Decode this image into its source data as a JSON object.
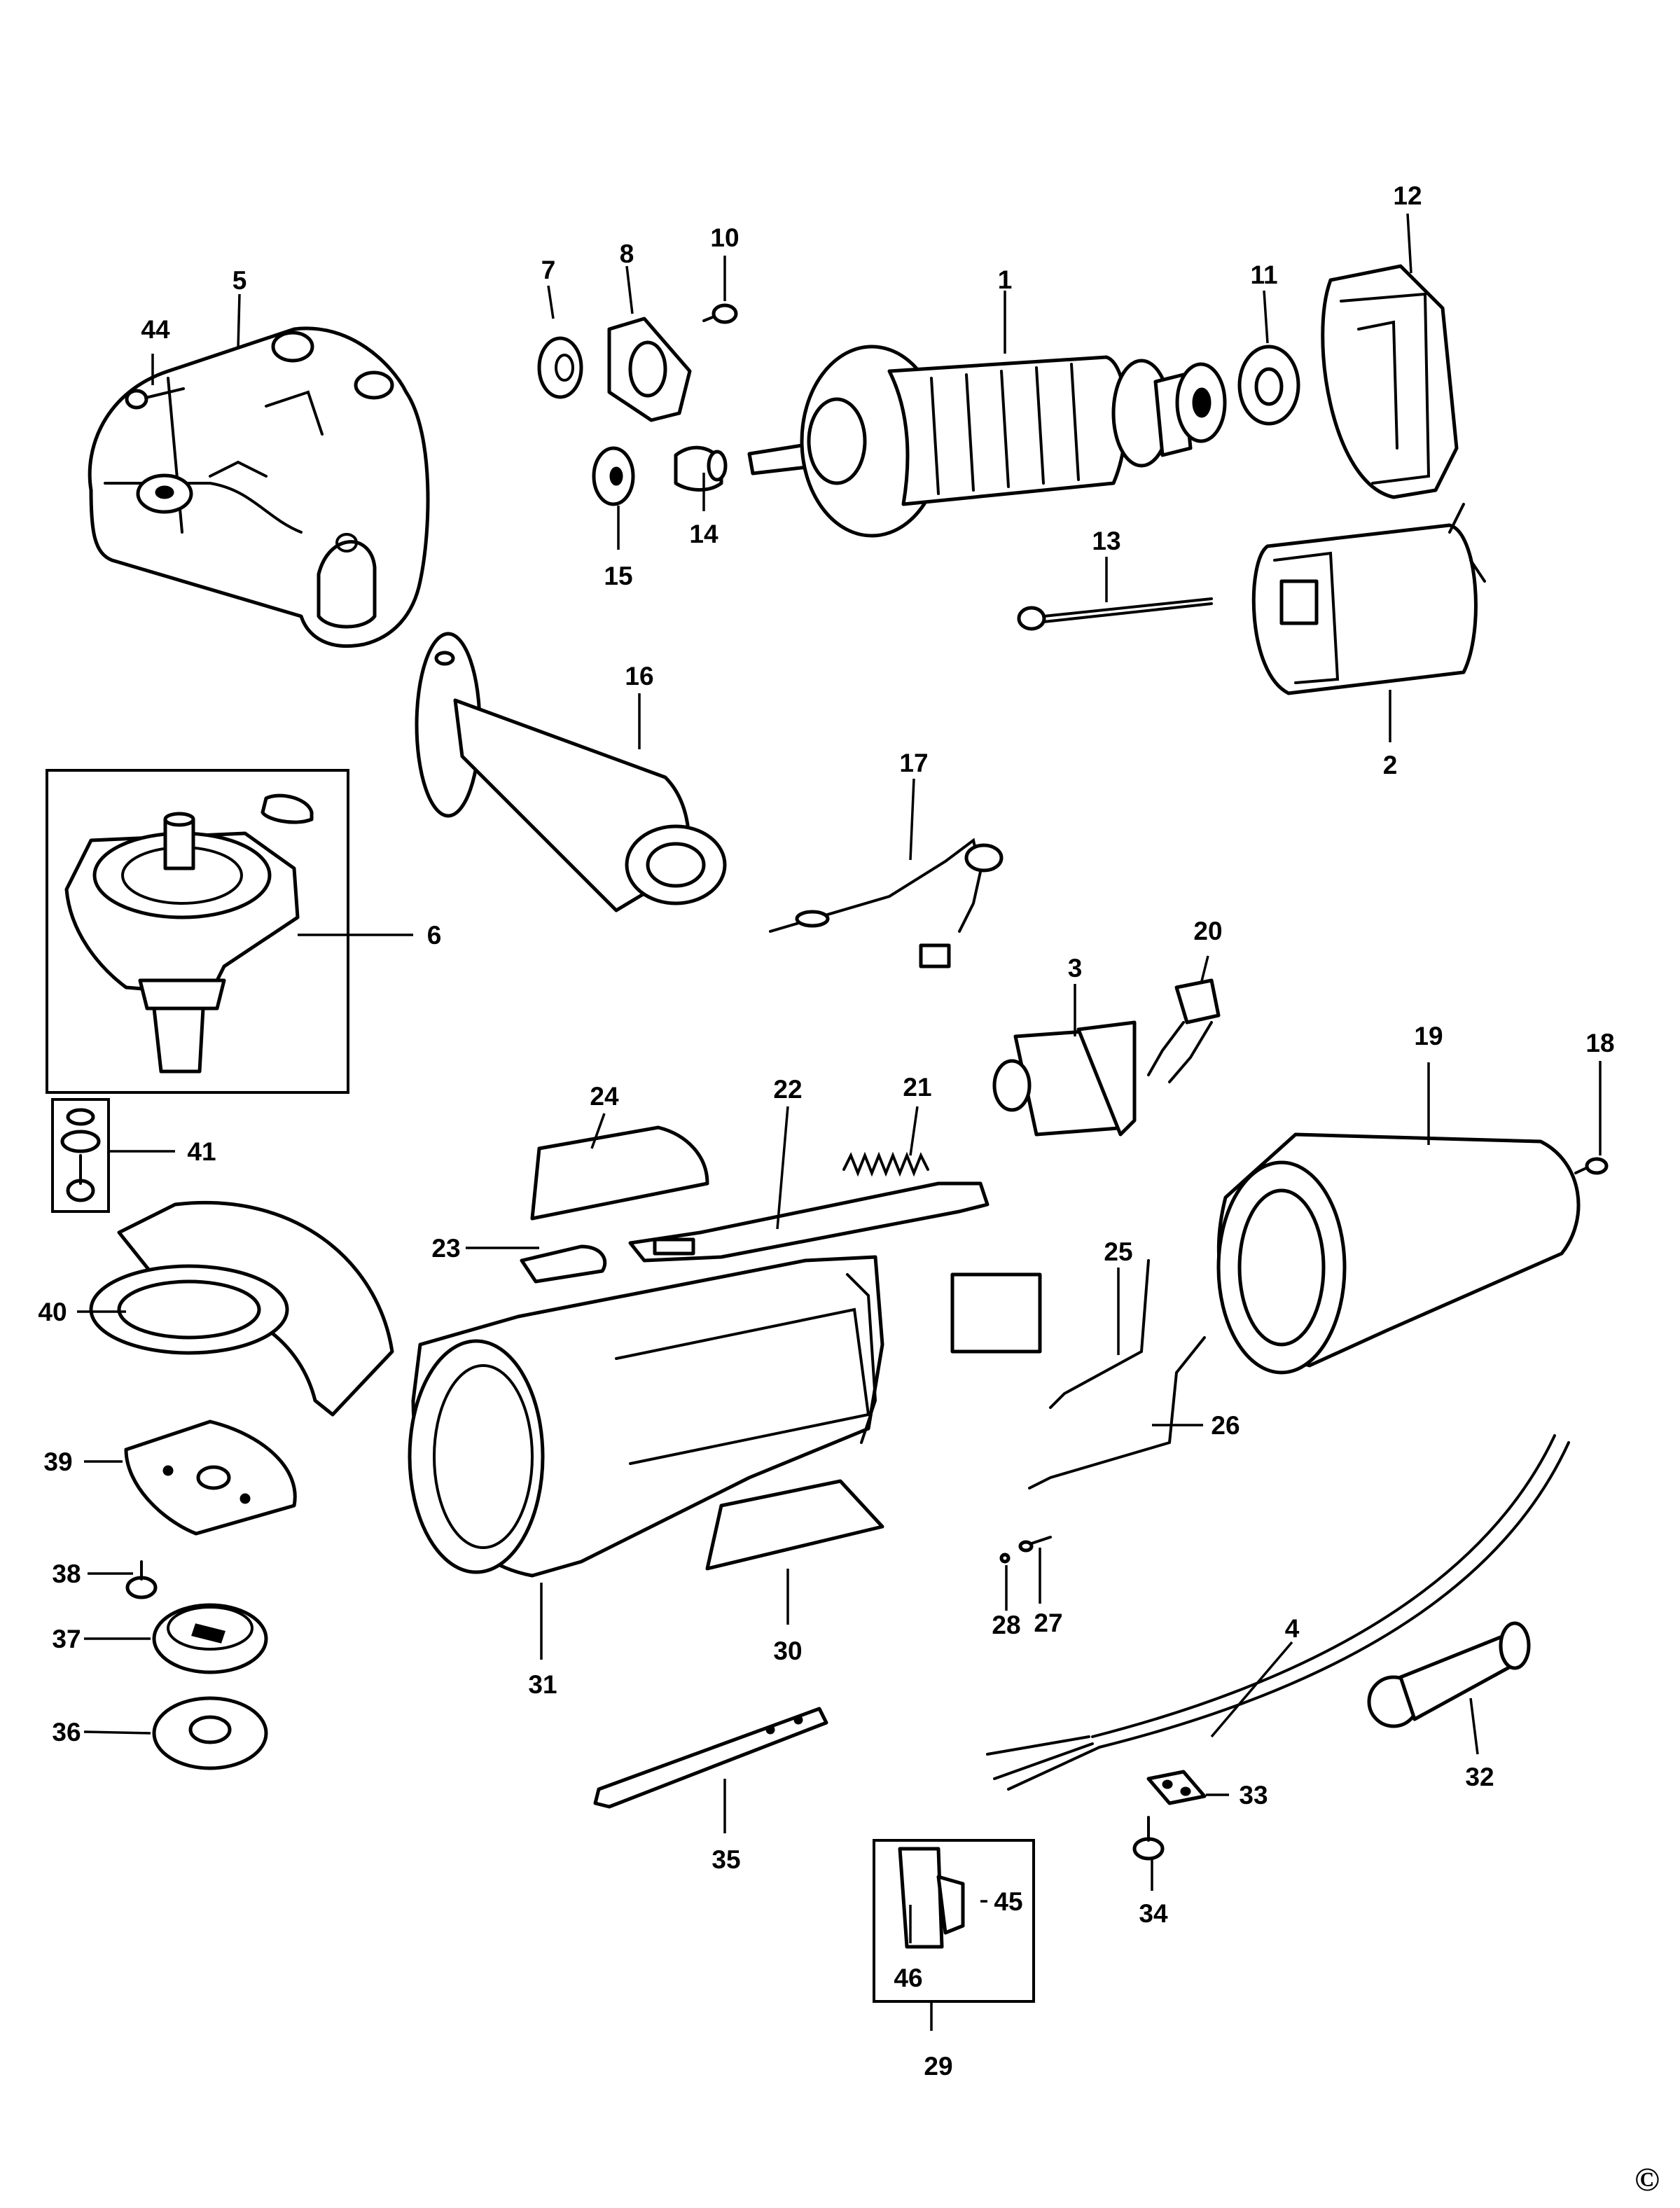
{
  "diagram": {
    "copyright_symbol": "©",
    "part_labels": [
      "1",
      "2",
      "3",
      "4",
      "5",
      "6",
      "7",
      "8",
      "10",
      "11",
      "12",
      "13",
      "14",
      "15",
      "16",
      "17",
      "18",
      "19",
      "20",
      "21",
      "22",
      "23",
      "24",
      "25",
      "26",
      "27",
      "28",
      "29",
      "30",
      "31",
      "32",
      "33",
      "34",
      "35",
      "36",
      "37",
      "38",
      "39",
      "40",
      "41",
      "44",
      "45",
      "46"
    ]
  }
}
